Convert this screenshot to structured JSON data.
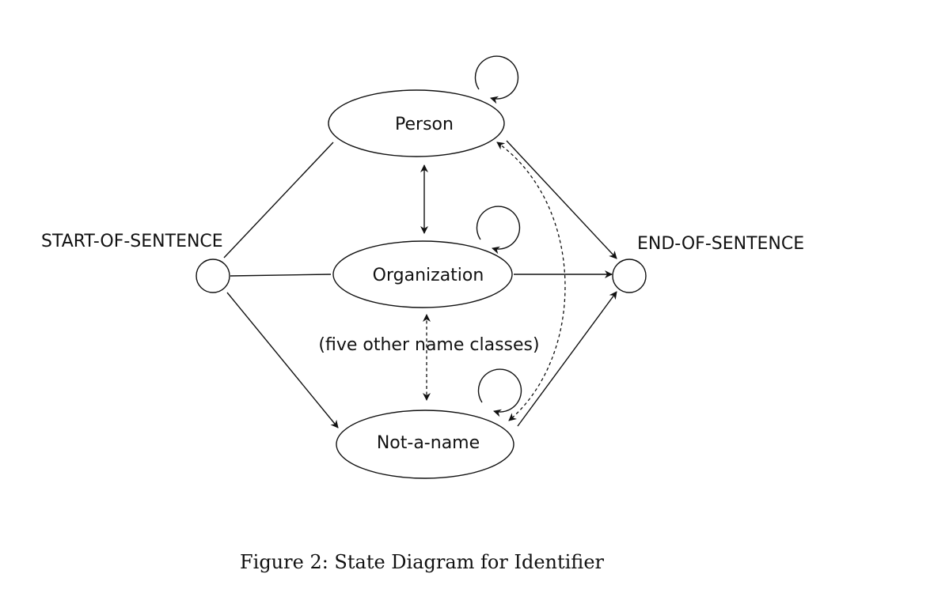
{
  "nodes": {
    "start_label": "START-OF-SENTENCE",
    "end_label": "END-OF-SENTENCE",
    "person": "Person",
    "organization": "Organization",
    "not_a_name": "Not-a-name",
    "other_classes": "(five other name classes)"
  },
  "caption": "Figure 2: State Diagram for Identifier"
}
